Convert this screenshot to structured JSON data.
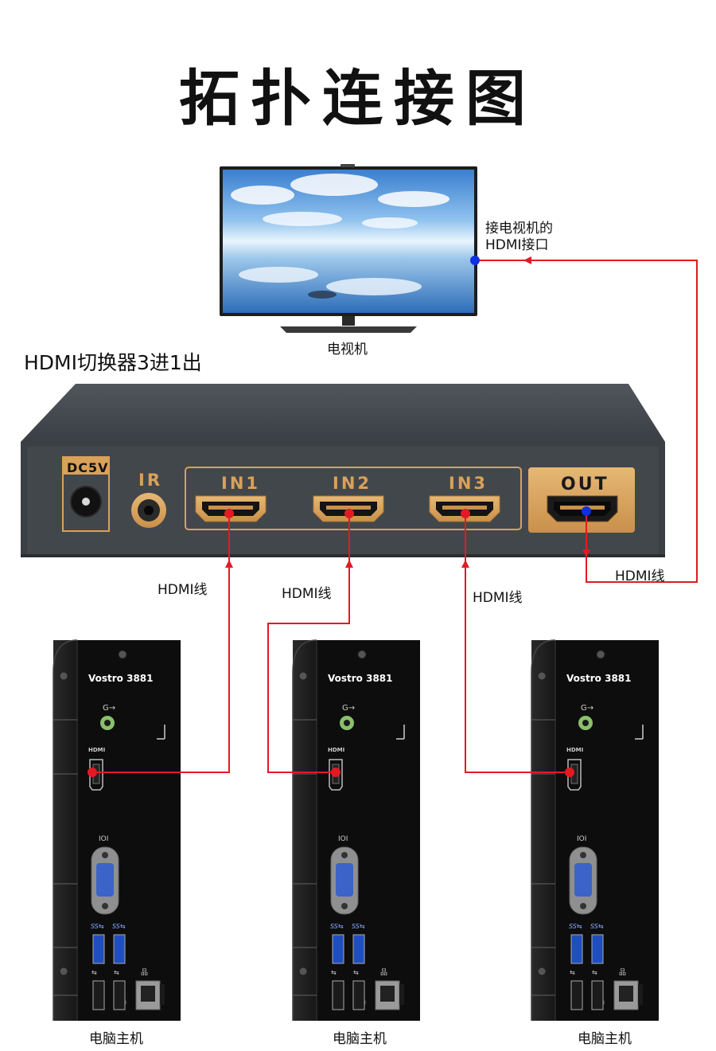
{
  "title": "拓扑连接图",
  "tv": {
    "label": "电视机",
    "note_line1": "接电视机的",
    "note_line2": "HDMI接口"
  },
  "switcher": {
    "name": "HDMI切换器3进1出",
    "dc_label": "DC5V",
    "ir_label": "IR",
    "in_ports": [
      "IN1",
      "IN2",
      "IN3"
    ],
    "out_label": "OUT"
  },
  "cables": {
    "in1": "HDMI线",
    "in2": "HDMI线",
    "in3": "HDMI线",
    "out": "HDMI线"
  },
  "pcs": [
    {
      "model": "Vostro 3881",
      "label": "电脑主机"
    },
    {
      "model": "Vostro 3881",
      "label": "电脑主机"
    },
    {
      "model": "Vostro 3881",
      "label": "电脑主机"
    }
  ],
  "pc_port_marks": {
    "hdmi": "HDMI",
    "ss1": "SS⇆",
    "ss2": "SS⇆",
    "usb1": "⇆",
    "usb2": "⇆",
    "net": "品",
    "vga": "IOI",
    "audio": "G→"
  },
  "colors": {
    "cable": "#e21a23",
    "out_dot": "#1030e0",
    "gold": "#d9a15a",
    "switch_body": "#3a3f44"
  }
}
